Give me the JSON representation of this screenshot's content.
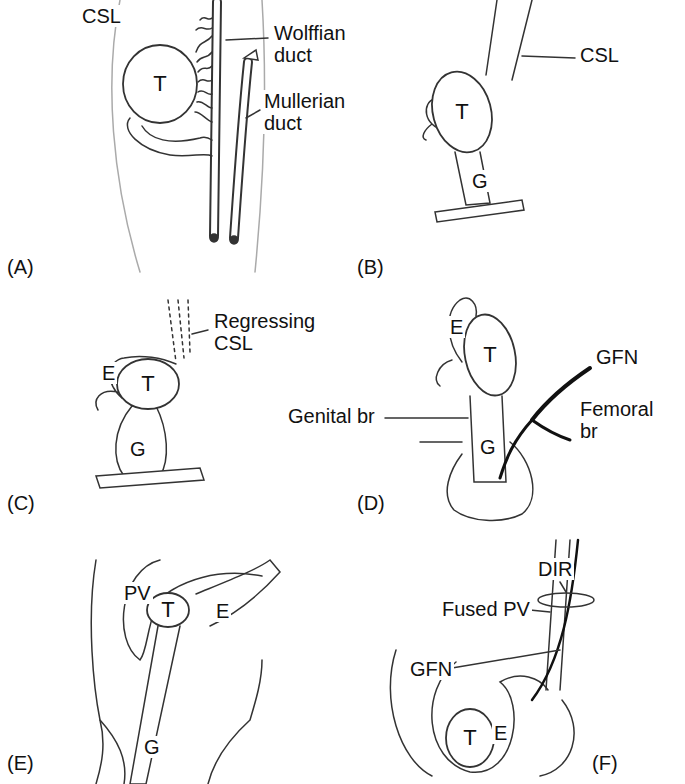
{
  "diagram": {
    "nodes": [
      {
        "text": [
          "T"
        ]
      },
      {
        "text": [
          "T"
        ]
      },
      {
        "text": [
          "T"
        ]
      },
      {
        "text": [
          "T"
        ]
      },
      {
        "text": [
          "T"
        ]
      },
      {
        "text": [
          "T"
        ]
      }
    ],
    "labels": [
      "CSL",
      "Wolffian duct",
      "Mullerian duct",
      "(A)",
      "CSL",
      "G",
      "(B)",
      "Regressing CSL",
      "E",
      "G",
      "(C)",
      "E",
      "GFN",
      "Genital br",
      "Femoral br",
      "G",
      "(D)",
      "PV",
      "E",
      "G",
      "(E)",
      "DIR",
      "Fused PV",
      "GFN",
      "E",
      "(F)"
    ]
  }
}
